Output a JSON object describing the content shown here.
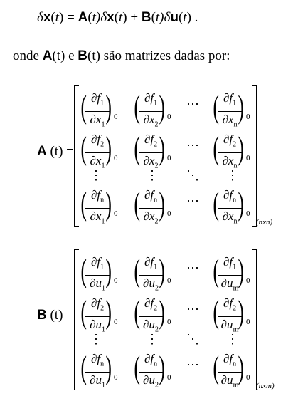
{
  "equation": {
    "lhs": "δx(t)",
    "parts": [
      "δ",
      "x",
      "(",
      "t",
      ") = ",
      "A",
      "(",
      "t",
      ")δ",
      "x",
      "(",
      "t",
      ") + ",
      "B",
      "(",
      "t",
      ")δ",
      "u",
      "(",
      "t",
      ") ."
    ]
  },
  "intro": {
    "pre": "onde ",
    "a": "A",
    "t1": "(t)",
    "mid": " e ",
    "b": "B",
    "t2": "(t)",
    "post": " são matrizes dadas por:"
  },
  "matrix_a": {
    "label_bold": "A",
    "label_rest": "(t) =",
    "denominator_var": "x",
    "last_index": "n",
    "dimension": "(nxn)"
  },
  "matrix_b": {
    "label_bold": "B",
    "label_rest": "(t) =",
    "denominator_var": "u",
    "last_index": "m",
    "dimension": "(nxm)"
  },
  "common": {
    "partial": "∂",
    "numerator_var": "f",
    "rows": [
      "1",
      "2",
      "n"
    ],
    "cols_first": [
      "1",
      "2"
    ],
    "eval_point": "0",
    "hdots": "⋯",
    "vdots": "⋮",
    "ddots": "⋱"
  }
}
